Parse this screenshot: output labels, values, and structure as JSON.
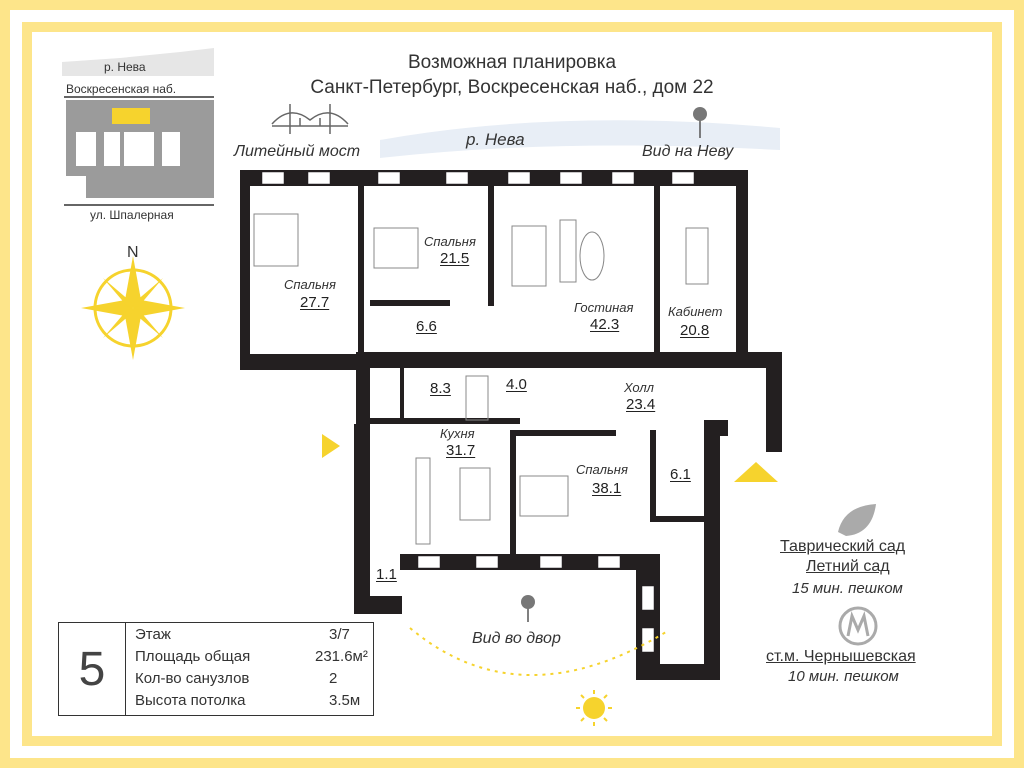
{
  "title": {
    "line1": "Возможная планировка",
    "line2": "Санкт-Петербург, Воскресенская наб., дом 22"
  },
  "location_map": {
    "river_label": "р. Нева",
    "embankment_label": "Воскресенская наб.",
    "street_label": "ул. Шпалерная"
  },
  "compass": {
    "north_label": "N"
  },
  "landmarks": {
    "bridge": "Литейный мост",
    "river": "р. Нева",
    "view_neva": "Вид на Неву",
    "view_yard": "Вид во двор"
  },
  "rooms": [
    {
      "name": "Спальня",
      "area": "27.7"
    },
    {
      "name": "Спальня",
      "area": "21.5"
    },
    {
      "name": "Гостиная",
      "area": "42.3"
    },
    {
      "name": "Кабинет",
      "area": "20.8"
    },
    {
      "name": "",
      "area": "6.6"
    },
    {
      "name": "",
      "area": "8.3"
    },
    {
      "name": "",
      "area": "4.0"
    },
    {
      "name": "Холл",
      "area": "23.4"
    },
    {
      "name": "Кухня",
      "area": "31.7"
    },
    {
      "name": "Спальня",
      "area": "38.1"
    },
    {
      "name": "",
      "area": "6.1"
    },
    {
      "name": "",
      "area": "1.1"
    }
  ],
  "nearby": {
    "garden1": "Таврический сад",
    "garden2": "Летний сад",
    "garden_walk": "15 мин. пешком",
    "metro": "ст.м. Чернышевская",
    "metro_walk": "10 мин. пешком",
    "metro_icon": "metro-icon",
    "leaf_icon": "leaf-icon"
  },
  "info": {
    "floor_number": "5",
    "rows": [
      {
        "label": "Этаж",
        "value": "3/7"
      },
      {
        "label": "Площадь общая",
        "value": "231.6м²"
      },
      {
        "label": "Кол-во санузлов",
        "value": "2"
      },
      {
        "label": "Высота потолка",
        "value": "3.5м"
      }
    ]
  },
  "colors": {
    "accent_yellow": "#fde58a",
    "wall": "#231f20",
    "highlight": "#f6d32d",
    "map_gray": "#9b9b9b"
  }
}
